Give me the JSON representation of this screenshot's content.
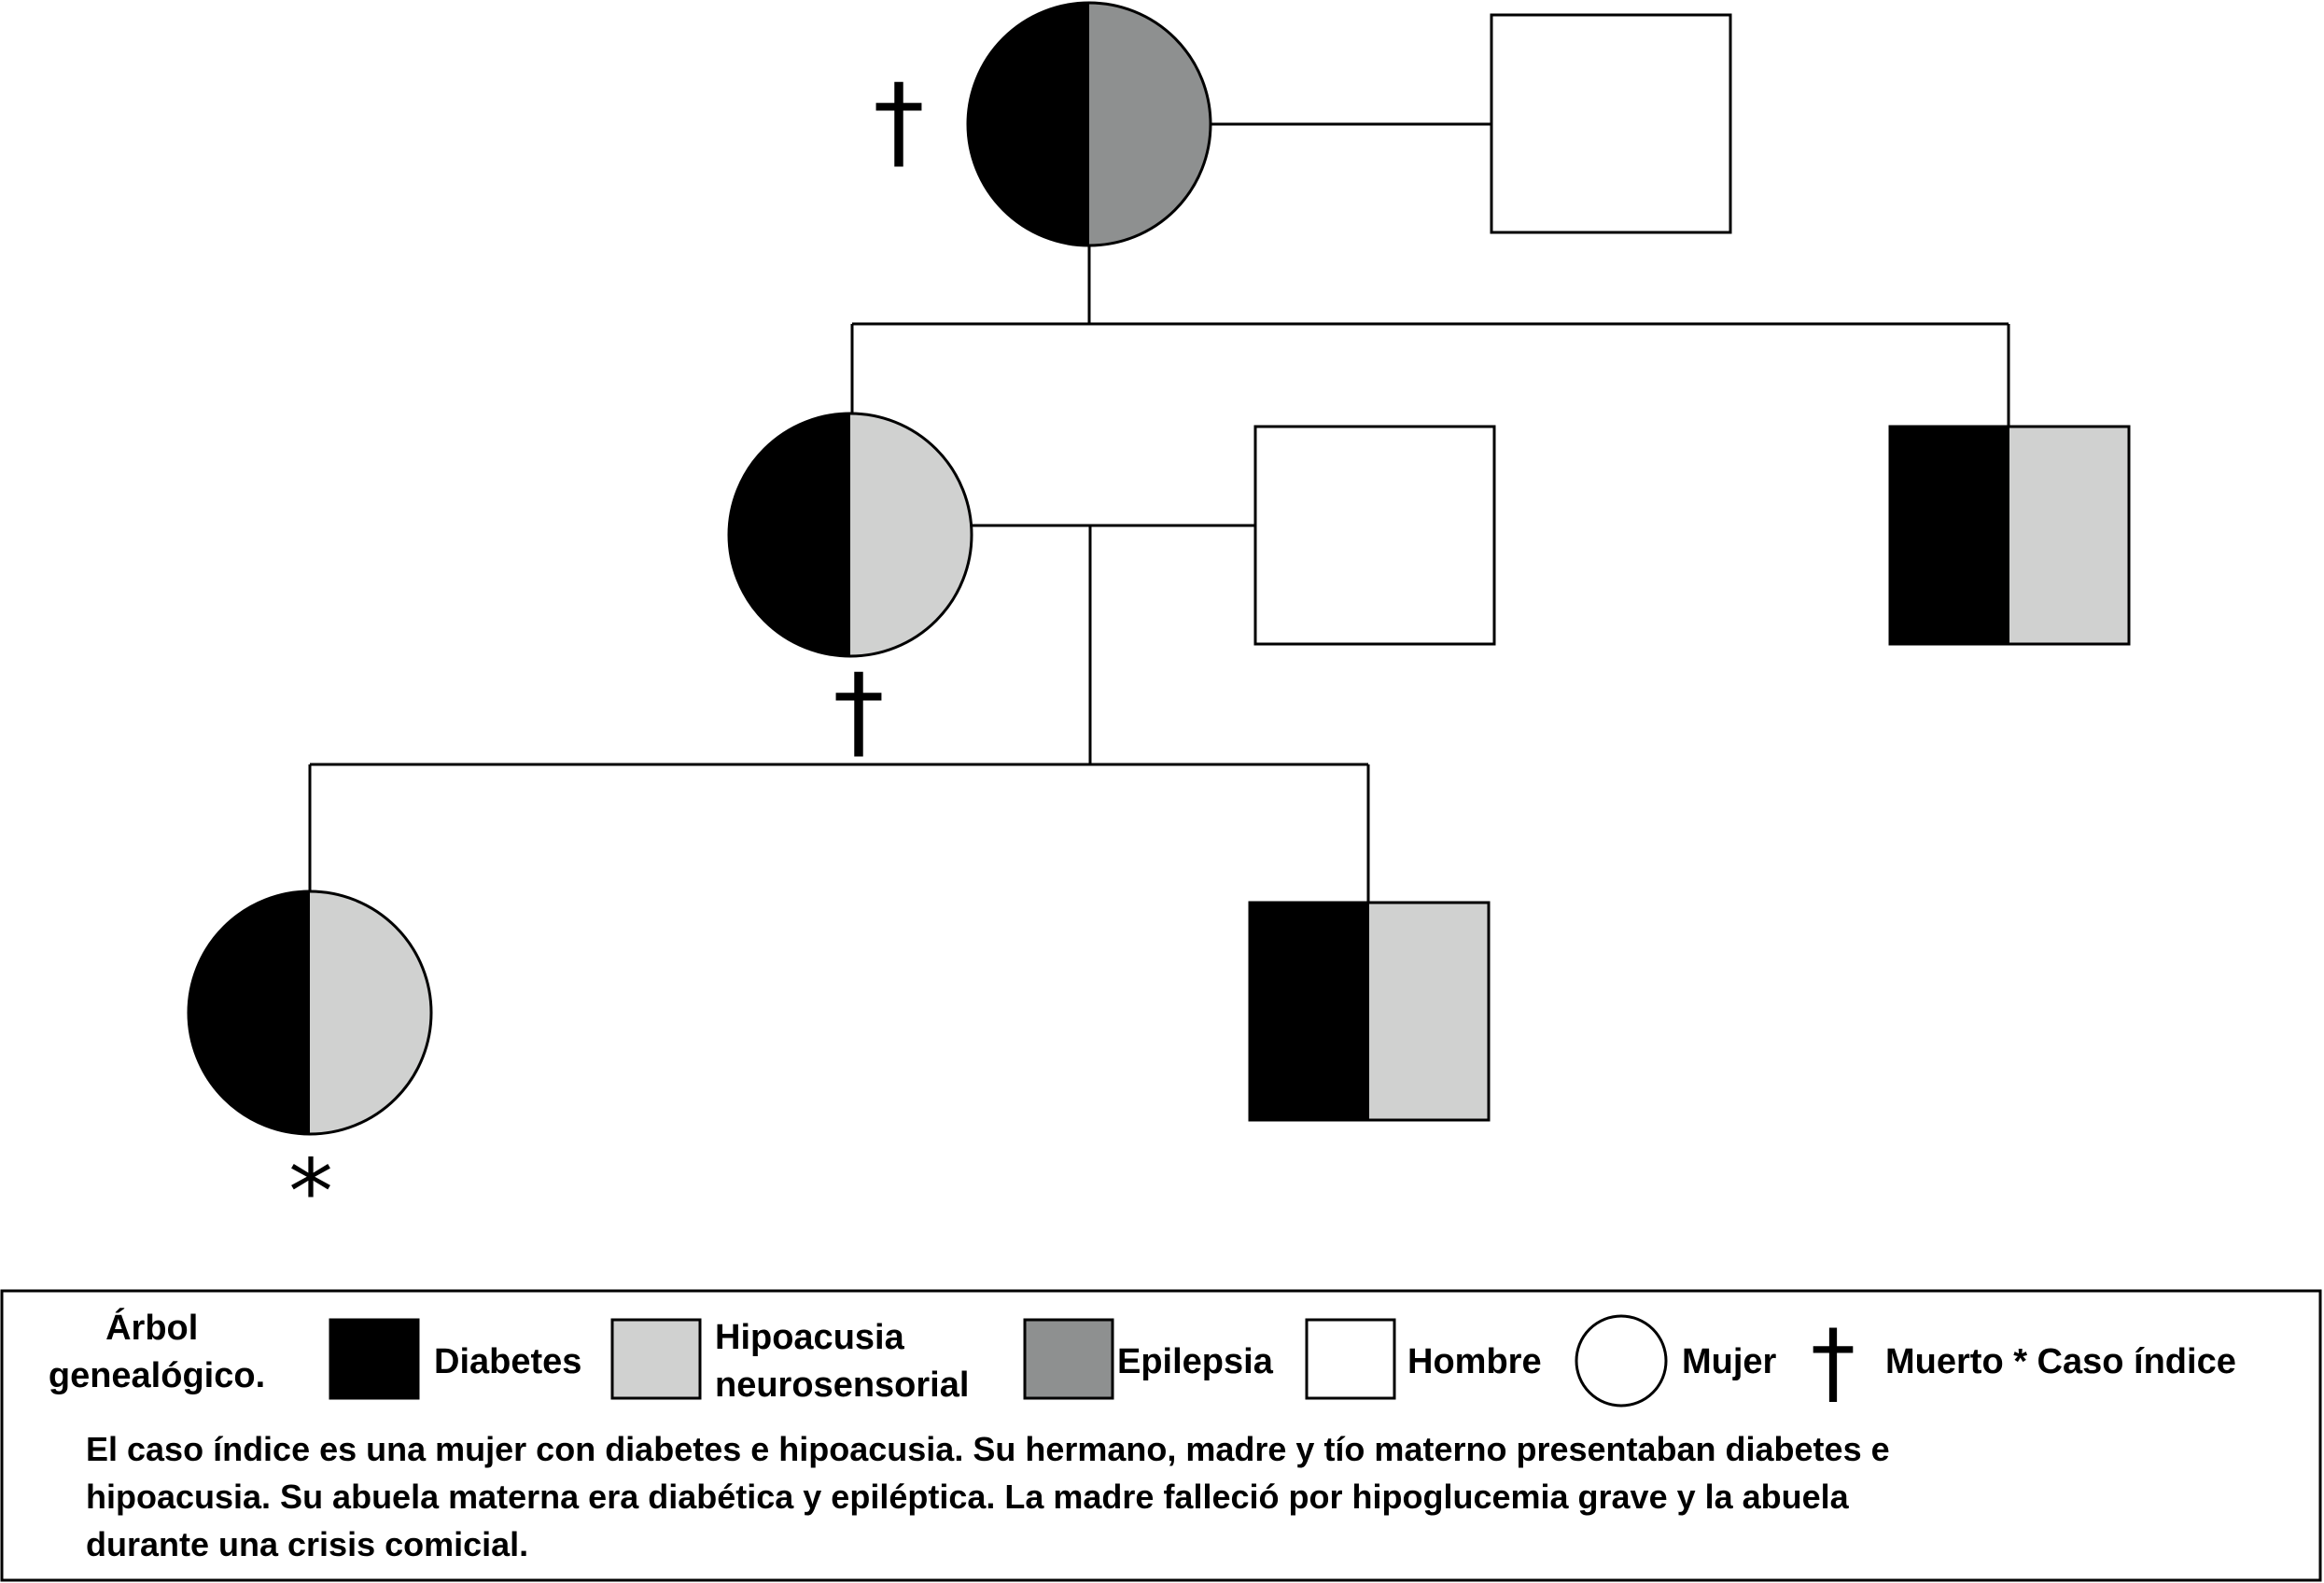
{
  "colors": {
    "diabetes": "#000000",
    "hipoacusia": "#d0d1d0",
    "epilepsia": "#8e9090",
    "unaffected": "#ffffff",
    "line": "#000000"
  },
  "symbols": {
    "deceased": "†",
    "index_case": "*"
  },
  "legend": {
    "title_line1": "Árbol",
    "title_line2": "genealógico.",
    "diabetes": "Diabetes",
    "hipoacusia_line1": "Hipoacusia",
    "hipoacusia_line2": "neurosensorial",
    "epilepsia": "Epilepsia",
    "hombre": "Hombre",
    "mujer": "Mujer",
    "muerto_caso": "Muerto * Caso índice",
    "description": [
      "El caso índice es una mujer con diabetes e hipoacusia. Su hermano, madre y tío materno presentaban diabetes e",
      "hipoacusia. Su abuela materna era diabética y epiléptica. La madre falleció por hipoglucemia grave y la abuela",
      "durante una crisis comicial."
    ]
  }
}
